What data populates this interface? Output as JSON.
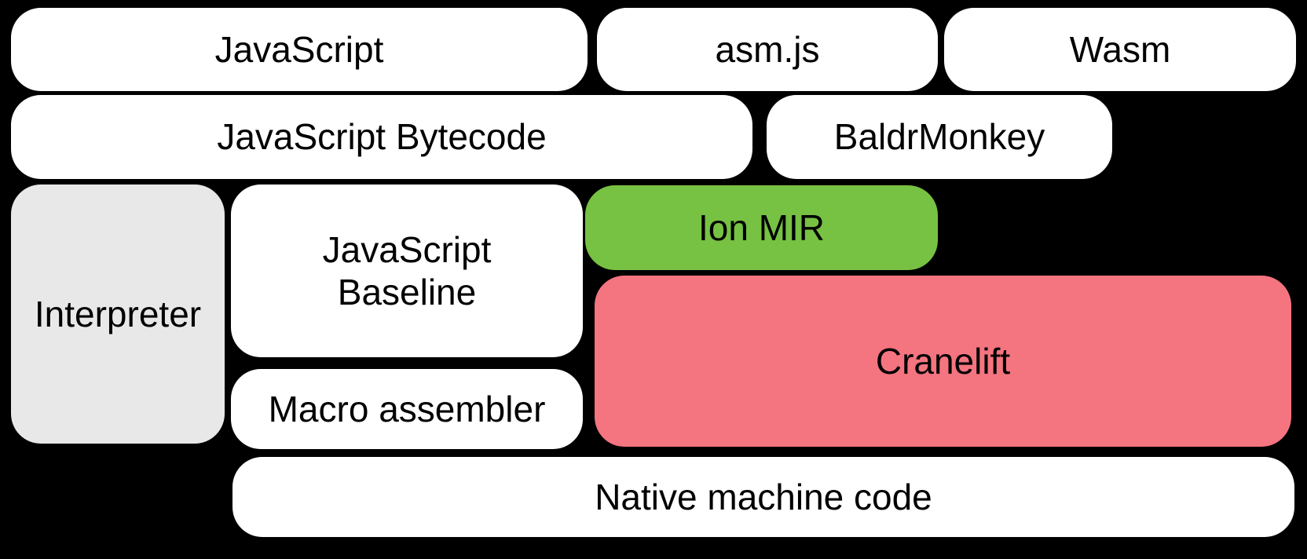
{
  "diagram": {
    "background": "#000000",
    "colors": {
      "box_white": "#ffffff",
      "box_gray": "#e8e8e8",
      "box_green": "#77c143",
      "box_pink": "#f4747f",
      "text": "#000000"
    },
    "nodes": [
      {
        "id": "javascript",
        "label": "JavaScript"
      },
      {
        "id": "asm-js",
        "label": "asm.js"
      },
      {
        "id": "wasm",
        "label": "Wasm"
      },
      {
        "id": "javascript-bytecode",
        "label": "JavaScript Bytecode"
      },
      {
        "id": "baldrmonkey",
        "label": "BaldrMonkey"
      },
      {
        "id": "interpreter",
        "label": "Interpreter"
      },
      {
        "id": "javascript-baseline",
        "label": "JavaScript Baseline",
        "lines": [
          "JavaScript",
          "Baseline"
        ]
      },
      {
        "id": "ion-mir",
        "label": "Ion MIR"
      },
      {
        "id": "cranelift",
        "label": "Cranelift"
      },
      {
        "id": "macro-assembler",
        "label": "Macro assembler"
      },
      {
        "id": "native-machine-code",
        "label": "Native machine code"
      }
    ]
  }
}
